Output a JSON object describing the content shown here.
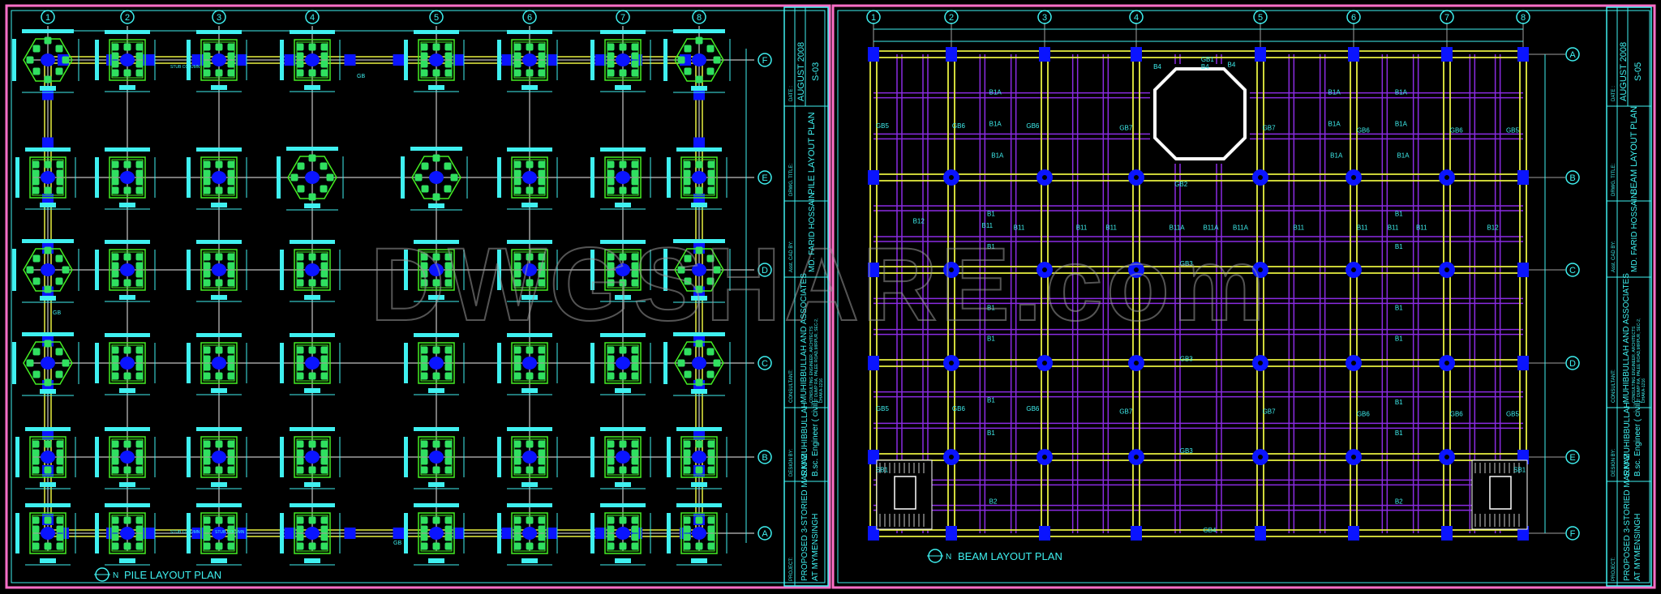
{
  "watermark": "DWGSHARE.com",
  "colors": {
    "background": "#000000",
    "sheet_border": "#ff6fc8",
    "grid": "#a0a0a0",
    "grade_beam": "#e8f040",
    "secondary_beam": "#8a2be2",
    "column": "#0a14ff",
    "pile": "#30e060",
    "pile_cap": "#44ee22",
    "annotation": "#3ff0f0",
    "opening": "#ffffff"
  },
  "pile_plan": {
    "title": "PILE LAYOUT PLAN",
    "north_label": "N",
    "axes_x": [
      "1",
      "2",
      "3",
      "4",
      "5",
      "6",
      "7",
      "8"
    ],
    "axes_y": [
      "F",
      "E",
      "D",
      "C",
      "B",
      "A"
    ],
    "labels": [
      "STUB COLUMN",
      "STUB COLUMN",
      "STUB COLUMN",
      "GB",
      "GB",
      "GB"
    ],
    "title_block": {
      "date_label": "DATE :",
      "date": "AUGUST 2008",
      "sheet": "S-03",
      "drwg_title_label": "DRWG. TITLE:",
      "drwg_title": "PILE LAYOUT PLAN",
      "cad_label": "Asst. CAD BY:",
      "cad": "MD. FARID HOSSAIN.",
      "consultant_label": "CONSULTANT:",
      "consultant": "MUHIBBULLAH AND ASSOCIATES",
      "consultant_line2": "CONSULTING ENGINEER, ARCHITECTS",
      "consultant_line3": "37 DUMP RA, PALEE ROAD,MIRPUR, SEC-2,",
      "consultant_line4": "DHAKA-1216",
      "design_label": "DESIGN BY:",
      "design": "S.M MUHIBBULLAH",
      "design_line2": "B.sc. Engineer ( civil)",
      "project_label": "PROJECT:",
      "project": "PROPOSED 3-STORIED  MARKAZ",
      "project_line2": "AT MYMENSINGH"
    }
  },
  "beam_plan": {
    "title": "BEAM LAYOUT PLAN",
    "north_label": "N",
    "axes_x": [
      "1",
      "2",
      "3",
      "4",
      "5",
      "6",
      "7",
      "8"
    ],
    "axes_y": [
      "A",
      "B",
      "C",
      "D",
      "E",
      "F"
    ],
    "beam_labels": [
      "B4",
      "GB1",
      "B4",
      "B4",
      "B1A",
      "B1A",
      "B1A",
      "GB5",
      "GB6",
      "B1A",
      "GB6",
      "GB7",
      "GB7",
      "B1A",
      "GB6",
      "B1A",
      "GB6",
      "GB5",
      "B1A",
      "B1A",
      "B1A",
      "GB2",
      "B1",
      "B1",
      "B12",
      "B11",
      "B11",
      "B11",
      "B11",
      "B11A",
      "B11A",
      "B11A",
      "B11",
      "B11",
      "B11",
      "B11",
      "B12",
      "B1",
      "B1",
      "GB3",
      "B1",
      "B1",
      "B1",
      "B1",
      "GB3",
      "B1",
      "B1",
      "GB5",
      "GB6",
      "GB6",
      "GB7",
      "GB7",
      "GB6",
      "GB6",
      "GB5",
      "B1",
      "B1",
      "GB3",
      "SB1",
      "SB1",
      "B2",
      "B2",
      "GB4"
    ],
    "title_block": {
      "date_label": "DATE :",
      "date": "AUGUST 2008",
      "sheet": "S-05",
      "drwg_title_label": "DRWG. TITLE:",
      "drwg_title": "BEAM LAYOUT PLAN",
      "cad_label": "Asst. CAD BY:",
      "cad": "MD. FARID HOSSAIN.",
      "consultant_label": "CONSULTANT:",
      "consultant": "MUHIBBULLAH AND ASSOCIATES",
      "consultant_line2": "CONSULTING ENGINEER, ARCHITECTS",
      "consultant_line3": "37 DUMP RA, PALEE ROAD,MIRPUR, SEC-2,",
      "consultant_line4": "DHAKA-1216",
      "design_label": "DESIGN BY:",
      "design": "S.M MUHIBBULLAH",
      "design_line2": "B.sc. Engineer ( civil)",
      "project_label": "PROJECT:",
      "project": "PROPOSED 3-STORIED  MARKAZ",
      "project_line2": "AT MYMENSINGH"
    }
  }
}
